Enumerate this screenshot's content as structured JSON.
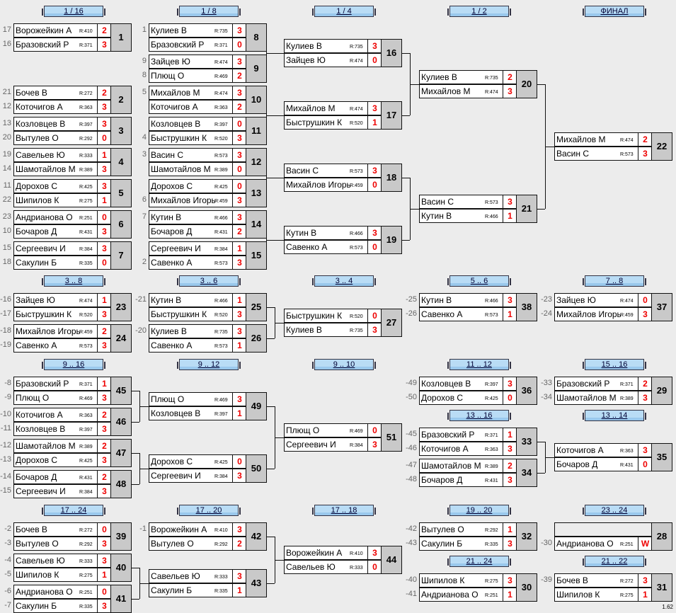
{
  "headers": [
    "1 / 16",
    "1 / 8",
    "1 / 4",
    "1 / 2",
    "ФИНАЛ",
    "3 .. 8",
    "3 .. 6",
    "3 .. 4",
    "5 .. 6",
    "7 .. 8",
    "9 .. 16",
    "9 .. 12",
    "9 .. 10",
    "11 .. 12",
    "15 .. 16",
    "13 .. 16",
    "13 .. 14",
    "17 .. 24",
    "17 .. 20",
    "17 .. 18",
    "19 .. 20",
    "23 .. 24",
    "21 .. 24",
    "21 .. 22"
  ],
  "matches": [
    {
      "id": "1",
      "p1": {
        "name": "Ворожейкин А",
        "rating": "R:410",
        "score": "2",
        "seed": "17"
      },
      "p2": {
        "name": "Бразовский Р",
        "rating": "R:371",
        "score": "3",
        "seed": "16"
      }
    },
    {
      "id": "2",
      "p1": {
        "name": "Бочев В",
        "rating": "R:272",
        "score": "2",
        "seed": "21"
      },
      "p2": {
        "name": "Коточигов А",
        "rating": "R:363",
        "score": "3",
        "seed": "12"
      }
    },
    {
      "id": "3",
      "p1": {
        "name": "Козловцев В",
        "rating": "R:397",
        "score": "3",
        "seed": "13"
      },
      "p2": {
        "name": "Вытулев О",
        "rating": "R:292",
        "score": "0",
        "seed": "20"
      }
    },
    {
      "id": "4",
      "p1": {
        "name": "Савельев Ю",
        "rating": "R:333",
        "score": "1",
        "seed": "19"
      },
      "p2": {
        "name": "Шамотайлов М",
        "rating": "R:389",
        "score": "3",
        "seed": "14"
      }
    },
    {
      "id": "5",
      "p1": {
        "name": "Дорохов С",
        "rating": "R:425",
        "score": "3",
        "seed": "11"
      },
      "p2": {
        "name": "Шипилов К",
        "rating": "R:275",
        "score": "1",
        "seed": "22"
      }
    },
    {
      "id": "6",
      "p1": {
        "name": "Андрианова О",
        "rating": "R:251",
        "score": "0",
        "seed": "23"
      },
      "p2": {
        "name": "Бочаров Д",
        "rating": "R:431",
        "score": "3",
        "seed": "10"
      }
    },
    {
      "id": "7",
      "p1": {
        "name": "Сергеевич И",
        "rating": "R:384",
        "score": "3",
        "seed": "15"
      },
      "p2": {
        "name": "Сакулин Б",
        "rating": "R:335",
        "score": "0",
        "seed": "18"
      }
    },
    {
      "id": "8",
      "p1": {
        "name": "Кулиев В",
        "rating": "R:735",
        "score": "3",
        "seed": "1"
      },
      "p2": {
        "name": "Бразовский Р",
        "rating": "R:371",
        "score": "0",
        "seed": ""
      }
    },
    {
      "id": "9",
      "p1": {
        "name": "Зайцев Ю",
        "rating": "R:474",
        "score": "3",
        "seed": "9"
      },
      "p2": {
        "name": "Плющ О",
        "rating": "R:469",
        "score": "2",
        "seed": "8"
      }
    },
    {
      "id": "10",
      "p1": {
        "name": "Михайлов М",
        "rating": "R:474",
        "score": "3",
        "seed": "5"
      },
      "p2": {
        "name": "Коточигов А",
        "rating": "R:363",
        "score": "2",
        "seed": ""
      }
    },
    {
      "id": "11",
      "p1": {
        "name": "Козловцев В",
        "rating": "R:397",
        "score": "0",
        "seed": ""
      },
      "p2": {
        "name": "Быструшкин К",
        "rating": "R:520",
        "score": "3",
        "seed": "4"
      }
    },
    {
      "id": "12",
      "p1": {
        "name": "Васин С",
        "rating": "R:573",
        "score": "3",
        "seed": "3"
      },
      "p2": {
        "name": "Шамотайлов М",
        "rating": "R:389",
        "score": "0",
        "seed": ""
      }
    },
    {
      "id": "13",
      "p1": {
        "name": "Дорохов С",
        "rating": "R:425",
        "score": "0",
        "seed": ""
      },
      "p2": {
        "name": "Михайлов Игорь",
        "rating": "R:459",
        "score": "3",
        "seed": "6"
      }
    },
    {
      "id": "14",
      "p1": {
        "name": "Кутин В",
        "rating": "R:466",
        "score": "3",
        "seed": "7"
      },
      "p2": {
        "name": "Бочаров Д",
        "rating": "R:431",
        "score": "2",
        "seed": ""
      }
    },
    {
      "id": "15",
      "p1": {
        "name": "Сергеевич И",
        "rating": "R:384",
        "score": "1",
        "seed": ""
      },
      "p2": {
        "name": "Савенко А",
        "rating": "R:573",
        "score": "3",
        "seed": "2"
      }
    },
    {
      "id": "16",
      "p1": {
        "name": "Кулиев В",
        "rating": "R:735",
        "score": "3",
        "seed": ""
      },
      "p2": {
        "name": "Зайцев Ю",
        "rating": "R:474",
        "score": "0",
        "seed": ""
      }
    },
    {
      "id": "17",
      "p1": {
        "name": "Михайлов М",
        "rating": "R:474",
        "score": "3",
        "seed": ""
      },
      "p2": {
        "name": "Быструшкин К",
        "rating": "R:520",
        "score": "1",
        "seed": ""
      }
    },
    {
      "id": "18",
      "p1": {
        "name": "Васин С",
        "rating": "R:573",
        "score": "3",
        "seed": ""
      },
      "p2": {
        "name": "Михайлов Игорь",
        "rating": "R:459",
        "score": "0",
        "seed": ""
      }
    },
    {
      "id": "19",
      "p1": {
        "name": "Кутин В",
        "rating": "R:466",
        "score": "3",
        "seed": ""
      },
      "p2": {
        "name": "Савенко А",
        "rating": "R:573",
        "score": "0",
        "seed": ""
      }
    },
    {
      "id": "20",
      "p1": {
        "name": "Кулиев В",
        "rating": "R:735",
        "score": "2",
        "seed": ""
      },
      "p2": {
        "name": "Михайлов М",
        "rating": "R:474",
        "score": "3",
        "seed": ""
      }
    },
    {
      "id": "21",
      "p1": {
        "name": "Васин С",
        "rating": "R:573",
        "score": "3",
        "seed": ""
      },
      "p2": {
        "name": "Кутин В",
        "rating": "R:466",
        "score": "1",
        "seed": ""
      }
    },
    {
      "id": "22",
      "p1": {
        "name": "Михайлов М",
        "rating": "R:474",
        "score": "2",
        "seed": ""
      },
      "p2": {
        "name": "Васин С",
        "rating": "R:573",
        "score": "3",
        "seed": ""
      }
    },
    {
      "id": "23",
      "p1": {
        "name": "Зайцев Ю",
        "rating": "R:474",
        "score": "1",
        "seed": "-16"
      },
      "p2": {
        "name": "Быструшкин К",
        "rating": "R:520",
        "score": "3",
        "seed": "-17"
      }
    },
    {
      "id": "24",
      "p1": {
        "name": "Михайлов Игорь",
        "rating": "R:459",
        "score": "2",
        "seed": "-18"
      },
      "p2": {
        "name": "Савенко А",
        "rating": "R:573",
        "score": "3",
        "seed": "-19"
      }
    },
    {
      "id": "25",
      "p1": {
        "name": "Кутин В",
        "rating": "R:466",
        "score": "1",
        "seed": "-21"
      },
      "p2": {
        "name": "Быструшкин К",
        "rating": "R:520",
        "score": "3",
        "seed": ""
      }
    },
    {
      "id": "26",
      "p1": {
        "name": "Кулиев В",
        "rating": "R:735",
        "score": "3",
        "seed": "-20"
      },
      "p2": {
        "name": "Савенко А",
        "rating": "R:573",
        "score": "1",
        "seed": ""
      }
    },
    {
      "id": "27",
      "p1": {
        "name": "Быструшкин К",
        "rating": "R:520",
        "score": "0",
        "seed": ""
      },
      "p2": {
        "name": "Кулиев В",
        "rating": "R:735",
        "score": "3",
        "seed": ""
      }
    },
    {
      "id": "38",
      "p1": {
        "name": "Кутин В",
        "rating": "R:466",
        "score": "3",
        "seed": "-25"
      },
      "p2": {
        "name": "Савенко А",
        "rating": "R:573",
        "score": "1",
        "seed": "-26"
      }
    },
    {
      "id": "37",
      "p1": {
        "name": "Зайцев Ю",
        "rating": "R:474",
        "score": "0",
        "seed": "-23"
      },
      "p2": {
        "name": "Михайлов Игорь",
        "rating": "R:459",
        "score": "3",
        "seed": "-24"
      }
    },
    {
      "id": "45",
      "p1": {
        "name": "Бразовский Р",
        "rating": "R:371",
        "score": "1",
        "seed": "-8"
      },
      "p2": {
        "name": "Плющ О",
        "rating": "R:469",
        "score": "3",
        "seed": "-9"
      }
    },
    {
      "id": "46",
      "p1": {
        "name": "Коточигов А",
        "rating": "R:363",
        "score": "2",
        "seed": "-10"
      },
      "p2": {
        "name": "Козловцев В",
        "rating": "R:397",
        "score": "3",
        "seed": "-11"
      }
    },
    {
      "id": "47",
      "p1": {
        "name": "Шамотайлов М",
        "rating": "R:389",
        "score": "2",
        "seed": "-12"
      },
      "p2": {
        "name": "Дорохов С",
        "rating": "R:425",
        "score": "3",
        "seed": "-13"
      }
    },
    {
      "id": "48",
      "p1": {
        "name": "Бочаров Д",
        "rating": "R:431",
        "score": "2",
        "seed": "-14"
      },
      "p2": {
        "name": "Сергеевич И",
        "rating": "R:384",
        "score": "3",
        "seed": "-15"
      }
    },
    {
      "id": "49",
      "p1": {
        "name": "Плющ О",
        "rating": "R:469",
        "score": "3",
        "seed": ""
      },
      "p2": {
        "name": "Козловцев В",
        "rating": "R:397",
        "score": "1",
        "seed": ""
      }
    },
    {
      "id": "50",
      "p1": {
        "name": "Дорохов С",
        "rating": "R:425",
        "score": "0",
        "seed": ""
      },
      "p2": {
        "name": "Сергеевич И",
        "rating": "R:384",
        "score": "3",
        "seed": ""
      }
    },
    {
      "id": "51",
      "p1": {
        "name": "Плющ О",
        "rating": "R:469",
        "score": "0",
        "seed": ""
      },
      "p2": {
        "name": "Сергеевич И",
        "rating": "R:384",
        "score": "3",
        "seed": ""
      }
    },
    {
      "id": "36",
      "p1": {
        "name": "Козловцев В",
        "rating": "R:397",
        "score": "3",
        "seed": "-49"
      },
      "p2": {
        "name": "Дорохов С",
        "rating": "R:425",
        "score": "0",
        "seed": "-50"
      }
    },
    {
      "id": "29",
      "p1": {
        "name": "Бразовский Р",
        "rating": "R:371",
        "score": "2",
        "seed": "-33"
      },
      "p2": {
        "name": "Шамотайлов М",
        "rating": "R:389",
        "score": "3",
        "seed": "-34"
      }
    },
    {
      "id": "33",
      "p1": {
        "name": "Бразовский Р",
        "rating": "R:371",
        "score": "1",
        "seed": "-45"
      },
      "p2": {
        "name": "Коточигов А",
        "rating": "R:363",
        "score": "3",
        "seed": "-46"
      }
    },
    {
      "id": "34",
      "p1": {
        "name": "Шамотайлов М",
        "rating": "R:389",
        "score": "2",
        "seed": "-47"
      },
      "p2": {
        "name": "Бочаров Д",
        "rating": "R:431",
        "score": "3",
        "seed": "-48"
      }
    },
    {
      "id": "35",
      "p1": {
        "name": "Коточигов А",
        "rating": "R:363",
        "score": "3",
        "seed": ""
      },
      "p2": {
        "name": "Бочаров Д",
        "rating": "R:431",
        "score": "0",
        "seed": ""
      }
    },
    {
      "id": "39",
      "p1": {
        "name": "Бочев В",
        "rating": "R:272",
        "score": "0",
        "seed": "-2"
      },
      "p2": {
        "name": "Вытулев О",
        "rating": "R:292",
        "score": "3",
        "seed": "-3"
      }
    },
    {
      "id": "40",
      "p1": {
        "name": "Савельев Ю",
        "rating": "R:333",
        "score": "3",
        "seed": "-4"
      },
      "p2": {
        "name": "Шипилов К",
        "rating": "R:275",
        "score": "1",
        "seed": "-5"
      }
    },
    {
      "id": "41",
      "p1": {
        "name": "Андрианова О",
        "rating": "R:251",
        "score": "0",
        "seed": "-6"
      },
      "p2": {
        "name": "Сакулин Б",
        "rating": "R:335",
        "score": "3",
        "seed": "-7"
      }
    },
    {
      "id": "42",
      "p1": {
        "name": "Ворожейкин А",
        "rating": "R:410",
        "score": "3",
        "seed": "-1"
      },
      "p2": {
        "name": "Вытулев О",
        "rating": "R:292",
        "score": "2",
        "seed": ""
      }
    },
    {
      "id": "43",
      "p1": {
        "name": "Савельев Ю",
        "rating": "R:333",
        "score": "3",
        "seed": ""
      },
      "p2": {
        "name": "Сакулин Б",
        "rating": "R:335",
        "score": "1",
        "seed": ""
      }
    },
    {
      "id": "44",
      "p1": {
        "name": "Ворожейкин А",
        "rating": "R:410",
        "score": "3",
        "seed": ""
      },
      "p2": {
        "name": "Савельев Ю",
        "rating": "R:333",
        "score": "0",
        "seed": ""
      }
    },
    {
      "id": "32",
      "p1": {
        "name": "Вытулев О",
        "rating": "R:292",
        "score": "1",
        "seed": "-42"
      },
      "p2": {
        "name": "Сакулин Б",
        "rating": "R:335",
        "score": "3",
        "seed": "-43"
      }
    },
    {
      "id": "28",
      "p1": {
        "name": "",
        "rating": "",
        "score": "",
        "seed": ""
      },
      "p2": {
        "name": "Андрианова О",
        "rating": "R:251",
        "score": "W",
        "seed": "-30"
      }
    },
    {
      "id": "30",
      "p1": {
        "name": "Шипилов К",
        "rating": "R:275",
        "score": "3",
        "seed": "-40"
      },
      "p2": {
        "name": "Андрианова О",
        "rating": "R:251",
        "score": "1",
        "seed": "-41"
      }
    },
    {
      "id": "31",
      "p1": {
        "name": "Бочев В",
        "rating": "R:272",
        "score": "3",
        "seed": "-39"
      },
      "p2": {
        "name": "Шипилов К",
        "rating": "R:275",
        "score": "1",
        "seed": ""
      }
    }
  ],
  "version": "1.62"
}
